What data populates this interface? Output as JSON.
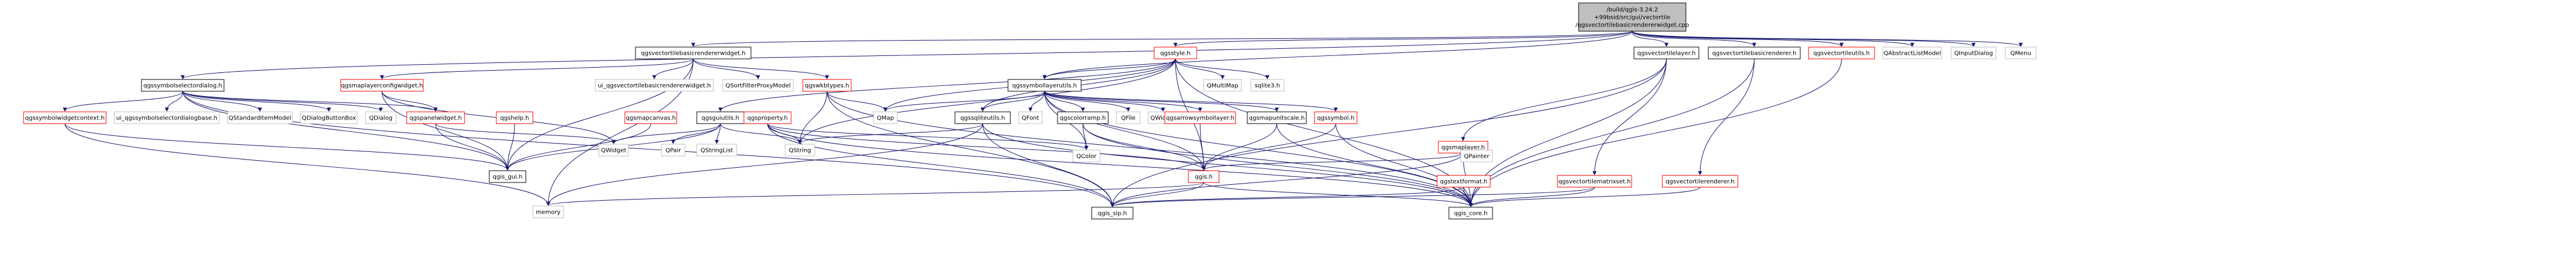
{
  "diagram": {
    "root": {
      "id": "root",
      "lines": [
        "/build/qgis-3.24.2",
        "+99bsid/src/gui/vectortile",
        "/qgsvectortilebasicrendererwidget.cpp"
      ]
    },
    "nodes": [
      {
        "id": "n_vtbr_widget_h",
        "label": "qgsvectortilebasicrendererwidget.h",
        "style": "normal"
      },
      {
        "id": "n_qgsstyle_h",
        "label": "qgsstyle.h",
        "style": "red"
      },
      {
        "id": "n_vectortilelayer_h",
        "label": "qgsvectortilelayer.h",
        "style": "normal"
      },
      {
        "id": "n_vectortilebasicrenderer_h",
        "label": "qgsvectortilebasicrenderer.h",
        "style": "normal"
      },
      {
        "id": "n_vectortileutils_h",
        "label": "qgsvectortileutils.h",
        "style": "red"
      },
      {
        "id": "n_qabstractlistmodel",
        "label": "QAbstractListModel",
        "style": "plain"
      },
      {
        "id": "n_qinputdialog",
        "label": "QInputDialog",
        "style": "plain"
      },
      {
        "id": "n_qmenu",
        "label": "QMenu",
        "style": "plain"
      },
      {
        "id": "n_symbolselectordialog_h",
        "label": "qgssymbolselectordialog.h",
        "style": "normal"
      },
      {
        "id": "n_maplayerconfigwidget_h",
        "label": "qgsmaplayerconfigwidget.h",
        "style": "red"
      },
      {
        "id": "n_ui_vtbr_widget_h",
        "label": "ui_qgsvectortilebasicrendererwidget.h",
        "style": "plain"
      },
      {
        "id": "n_qsortfilterproxymodel",
        "label": "QSortFilterProxyModel",
        "style": "plain"
      },
      {
        "id": "n_wkbtypes_h",
        "label": "qgswkbtypes.h",
        "style": "red"
      },
      {
        "id": "n_symbollayerutils_h",
        "label": "qgssymbollayerutils.h",
        "style": "normal"
      },
      {
        "id": "n_qmultimap",
        "label": "QMultiMap",
        "style": "plain"
      },
      {
        "id": "n_sqlite3_h",
        "label": "sqlite3.h",
        "style": "plain"
      },
      {
        "id": "n_symbolwidgetcontext_h",
        "label": "qgssymbolwidgetcontext.h",
        "style": "red"
      },
      {
        "id": "n_ui_symbolselectordialogbase_h",
        "label": "ui_qgssymbolselectordialogbase.h",
        "style": "plain"
      },
      {
        "id": "n_qstandarditemmodel",
        "label": "QStandardItemModel",
        "style": "plain"
      },
      {
        "id": "n_qdialogbuttonbox",
        "label": "QDialogButtonBox",
        "style": "plain"
      },
      {
        "id": "n_qdialog",
        "label": "QDialog",
        "style": "plain"
      },
      {
        "id": "n_panelwidget_h",
        "label": "qgspanelwidget.h",
        "style": "red"
      },
      {
        "id": "n_guiutils_h",
        "label": "qgsguiutils.h",
        "style": "normal"
      },
      {
        "id": "n_help_h",
        "label": "qgshelp.h",
        "style": "red"
      },
      {
        "id": "n_mapcanvas_h",
        "label": "qgsmapcanvas.h",
        "style": "red"
      },
      {
        "id": "n_property_h",
        "label": "qgsproperty.h",
        "style": "red"
      },
      {
        "id": "n_qmap",
        "label": "QMap",
        "style": "plain"
      },
      {
        "id": "n_sqliteutils_h",
        "label": "qgssqliteutils.h",
        "style": "normal"
      },
      {
        "id": "n_qfont",
        "label": "QFont",
        "style": "plain"
      },
      {
        "id": "n_colorramp_h",
        "label": "qgscolorramp.h",
        "style": "normal"
      },
      {
        "id": "n_qfile",
        "label": "QFile",
        "style": "plain"
      },
      {
        "id": "n_qwidget_top",
        "label": "QWidget",
        "style": "plain"
      },
      {
        "id": "n_arrowsymbollayer_h",
        "label": "qgsarrowsymbollayer.h",
        "style": "red"
      },
      {
        "id": "n_mapunitscale_h",
        "label": "qgsmapunitscale.h",
        "style": "normal"
      },
      {
        "id": "n_symbol_h",
        "label": "qgssymbol.h",
        "style": "red"
      },
      {
        "id": "n_maplayer_h",
        "label": "qgsmaplayer.h",
        "style": "red"
      },
      {
        "id": "n_textformat_h",
        "label": "qgstextformat.h",
        "style": "red"
      },
      {
        "id": "n_vectortilematrixset_h",
        "label": "qgsvectortilematrixset.h",
        "style": "red"
      },
      {
        "id": "n_vectortilerenderer_h",
        "label": "qgsvectortilerenderer.h",
        "style": "red"
      },
      {
        "id": "n_qgs_gui_h",
        "label": "qgis_gui.h",
        "style": "normal"
      },
      {
        "id": "n_qpair",
        "label": "QPair",
        "style": "plain"
      },
      {
        "id": "n_qstringlist",
        "label": "QStringList",
        "style": "plain"
      },
      {
        "id": "n_qstring",
        "label": "QString",
        "style": "plain"
      },
      {
        "id": "n_qwidget",
        "label": "QWidget",
        "style": "plain"
      },
      {
        "id": "n_qcolor",
        "label": "QColor",
        "style": "plain"
      },
      {
        "id": "n_qgs_h",
        "label": "qgis.h",
        "style": "red"
      },
      {
        "id": "n_qpainter",
        "label": "QPainter",
        "style": "plain"
      },
      {
        "id": "n_memory",
        "label": "memory",
        "style": "plain"
      },
      {
        "id": "n_qgis_sip_h",
        "label": "qgis_sip.h",
        "style": "normal"
      },
      {
        "id": "n_qgis_core_h",
        "label": "qgis_core.h",
        "style": "normal"
      }
    ],
    "edges": [
      [
        "root",
        "n_vtbr_widget_h"
      ],
      [
        "root",
        "n_qgsstyle_h"
      ],
      [
        "root",
        "n_vectortilelayer_h"
      ],
      [
        "root",
        "n_vectortilebasicrenderer_h"
      ],
      [
        "root",
        "n_vectortileutils_h"
      ],
      [
        "root",
        "n_qabstractlistmodel"
      ],
      [
        "root",
        "n_qinputdialog"
      ],
      [
        "root",
        "n_qmenu"
      ],
      [
        "root",
        "n_symbolselectordialog_h"
      ],
      [
        "root",
        "n_symbollayerutils_h"
      ],
      [
        "n_vtbr_widget_h",
        "n_maplayerconfigwidget_h"
      ],
      [
        "n_vtbr_widget_h",
        "n_ui_vtbr_widget_h"
      ],
      [
        "n_vtbr_widget_h",
        "n_qsortfilterproxymodel"
      ],
      [
        "n_vtbr_widget_h",
        "n_wkbtypes_h"
      ],
      [
        "n_vtbr_widget_h",
        "n_qgs_gui_h"
      ],
      [
        "n_vtbr_widget_h",
        "n_memory"
      ],
      [
        "n_qgsstyle_h",
        "n_symbollayerutils_h"
      ],
      [
        "n_qgsstyle_h",
        "n_qmultimap"
      ],
      [
        "n_qgsstyle_h",
        "n_sqlite3_h"
      ],
      [
        "n_qgsstyle_h",
        "n_sqliteutils_h"
      ],
      [
        "n_qgsstyle_h",
        "n_qgs_h"
      ],
      [
        "n_qgsstyle_h",
        "n_qgis_core_h"
      ],
      [
        "n_qgsstyle_h",
        "n_guiutils_h"
      ],
      [
        "n_qgsstyle_h",
        "n_qmap"
      ],
      [
        "n_qgsstyle_h",
        "n_qstring"
      ],
      [
        "n_vectortilelayer_h",
        "n_maplayer_h"
      ],
      [
        "n_vectortilelayer_h",
        "n_vectortilematrixset_h"
      ],
      [
        "n_vectortilelayer_h",
        "n_qgis_core_h"
      ],
      [
        "n_vectortilelayer_h",
        "n_qgis_sip_h"
      ],
      [
        "n_vectortilebasicrenderer_h",
        "n_vectortilerenderer_h"
      ],
      [
        "n_vectortilebasicrenderer_h",
        "n_qgis_core_h"
      ],
      [
        "n_vectortileutils_h",
        "n_qgis_core_h"
      ],
      [
        "n_symbolselectordialog_h",
        "n_symbolwidgetcontext_h"
      ],
      [
        "n_symbolselectordialog_h",
        "n_ui_symbolselectordialogbase_h"
      ],
      [
        "n_symbolselectordialog_h",
        "n_qstandarditemmodel"
      ],
      [
        "n_symbolselectordialog_h",
        "n_qdialogbuttonbox"
      ],
      [
        "n_symbolselectordialog_h",
        "n_qdialog"
      ],
      [
        "n_symbolselectordialog_h",
        "n_panelwidget_h"
      ],
      [
        "n_symbolselectordialog_h",
        "n_qgs_gui_h"
      ],
      [
        "n_symbolselectordialog_h",
        "n_qgis_sip_h"
      ],
      [
        "n_maplayerconfigwidget_h",
        "n_panelwidget_h"
      ],
      [
        "n_maplayerconfigwidget_h",
        "n_qwidget"
      ],
      [
        "n_maplayerconfigwidget_h",
        "n_qgs_gui_h"
      ],
      [
        "n_wkbtypes_h",
        "n_qmap"
      ],
      [
        "n_wkbtypes_h",
        "n_qstring"
      ],
      [
        "n_wkbtypes_h",
        "n_qgis_core_h"
      ],
      [
        "n_wkbtypes_h",
        "n_qgis_sip_h"
      ],
      [
        "n_symbollayerutils_h",
        "n_qmap"
      ],
      [
        "n_symbollayerutils_h",
        "n_sqliteutils_h"
      ],
      [
        "n_symbollayerutils_h",
        "n_qfont"
      ],
      [
        "n_symbollayerutils_h",
        "n_colorramp_h"
      ],
      [
        "n_symbollayerutils_h",
        "n_qfile"
      ],
      [
        "n_symbollayerutils_h",
        "n_qwidget_top"
      ],
      [
        "n_symbollayerutils_h",
        "n_arrowsymbollayer_h"
      ],
      [
        "n_symbollayerutils_h",
        "n_mapunitscale_h"
      ],
      [
        "n_symbollayerutils_h",
        "n_symbol_h"
      ],
      [
        "n_symbollayerutils_h",
        "n_qcolor"
      ],
      [
        "n_symbollayerutils_h",
        "n_qgis_core_h"
      ],
      [
        "n_symbollayerutils_h",
        "n_qgs_h"
      ],
      [
        "n_symbolwidgetcontext_h",
        "n_qgs_gui_h"
      ],
      [
        "n_symbolwidgetcontext_h",
        "n_memory"
      ],
      [
        "n_panelwidget_h",
        "n_qwidget"
      ],
      [
        "n_panelwidget_h",
        "n_qgs_gui_h"
      ],
      [
        "n_guiutils_h",
        "n_qpair"
      ],
      [
        "n_guiutils_h",
        "n_qstringlist"
      ],
      [
        "n_guiutils_h",
        "n_qwidget"
      ],
      [
        "n_guiutils_h",
        "n_qstring"
      ],
      [
        "n_guiutils_h",
        "n_qgs_gui_h"
      ],
      [
        "n_help_h",
        "n_qgs_gui_h"
      ],
      [
        "n_mapcanvas_h",
        "n_qgs_gui_h"
      ],
      [
        "n_property_h",
        "n_qstring"
      ],
      [
        "n_property_h",
        "n_qcolor"
      ],
      [
        "n_property_h",
        "n_qgis_core_h"
      ],
      [
        "n_property_h",
        "n_qgis_sip_h"
      ],
      [
        "n_property_h",
        "n_qgs_h"
      ],
      [
        "n_sqliteutils_h",
        "n_qstring"
      ],
      [
        "n_sqliteutils_h",
        "n_qgis_core_h"
      ],
      [
        "n_sqliteutils_h",
        "n_qgis_sip_h"
      ],
      [
        "n_sqliteutils_h",
        "n_memory"
      ],
      [
        "n_colorramp_h",
        "n_qcolor"
      ],
      [
        "n_colorramp_h",
        "n_qgis_core_h"
      ],
      [
        "n_colorramp_h",
        "n_qgs_h"
      ],
      [
        "n_arrowsymbollayer_h",
        "n_qgs_h"
      ],
      [
        "n_mapunitscale_h",
        "n_qgs_h"
      ],
      [
        "n_mapunitscale_h",
        "n_qgis_core_h"
      ],
      [
        "n_symbol_h",
        "n_qgs_h"
      ],
      [
        "n_symbol_h",
        "n_qgis_core_h"
      ],
      [
        "n_maplayer_h",
        "n_qgs_h"
      ],
      [
        "n_maplayer_h",
        "n_qpainter"
      ],
      [
        "n_maplayer_h",
        "n_qgis_core_h"
      ],
      [
        "n_maplayer_h",
        "n_qgis_sip_h"
      ],
      [
        "n_textformat_h",
        "n_qgis_core_h"
      ],
      [
        "n_textformat_h",
        "n_qgis_sip_h"
      ],
      [
        "n_vectortilematrixset_h",
        "n_qgis_core_h"
      ],
      [
        "n_vectortilematrixset_h",
        "n_qgis_sip_h"
      ],
      [
        "n_vectortilerenderer_h",
        "n_qgis_core_h"
      ],
      [
        "n_qgs_h",
        "n_qgis_sip_h"
      ],
      [
        "n_qgs_h",
        "n_qgis_core_h"
      ],
      [
        "n_qgs_h",
        "n_memory"
      ]
    ]
  },
  "colors": {
    "edge": "#191970",
    "root_fill": "#bfbfbf",
    "red_border": "#ff0000",
    "plain_border": "#bfbfbf",
    "normal_border": "#000000"
  }
}
